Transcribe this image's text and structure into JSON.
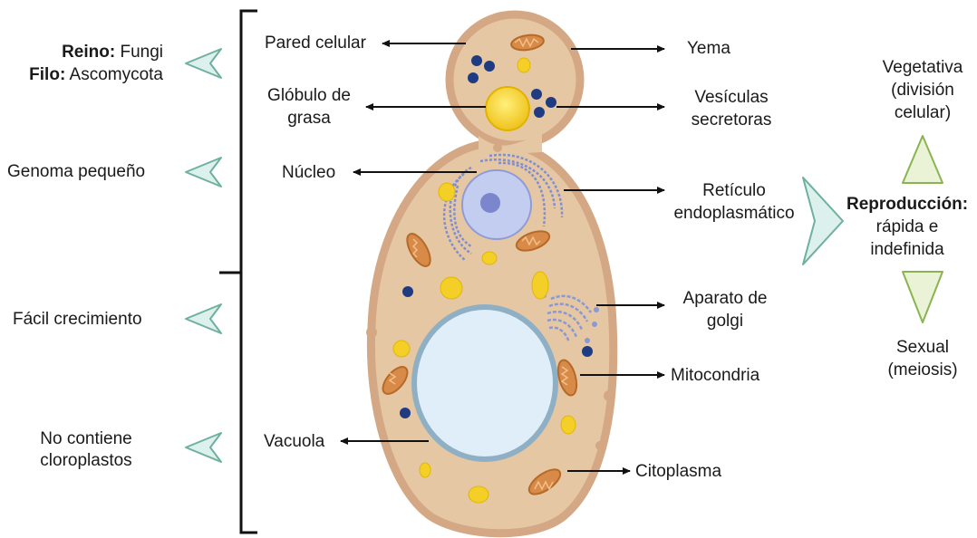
{
  "left_panel": {
    "reino_label": "Reino:",
    "reino_value": "Fungi",
    "filo_label": "Filo:",
    "filo_value": "Ascomycota",
    "genoma": "Genoma pequeño",
    "crecimiento": "Fácil crecimiento",
    "cloroplastos_line1": "No contiene",
    "cloroplastos_line2": "cloroplastos"
  },
  "labels": {
    "pared": "Pared celular",
    "yema": "Yema",
    "globulo_line1": "Glóbulo de",
    "globulo_line2": "grasa",
    "vesiculas_line1": "Vesículas",
    "vesiculas_line2": "secretoras",
    "nucleo": "Núcleo",
    "reticulo_line1": "Retículo",
    "reticulo_line2": "endoplasmático",
    "aparato_line1": "Aparato de",
    "aparato_line2": "golgi",
    "mitocondria": "Mitocondria",
    "vacuola": "Vacuola",
    "citoplasma": "Citoplasma"
  },
  "right_panel": {
    "vegetativa_line1": "Vegetativa",
    "vegetativa_line2": "(división",
    "vegetativa_line3": "celular)",
    "reproduccion_title": "Reproducción:",
    "reproduccion_line2": "rápida e",
    "reproduccion_line3": "indefinida",
    "sexual_line1": "Sexual",
    "sexual_line2": "(meiosis)"
  },
  "colors": {
    "cell_fill": "#e6c7a4",
    "cell_wall": "#d4a884",
    "vacuole_fill": "#dfeef9",
    "vacuole_border": "#8fb0c4",
    "nucleus_fill": "#c3cdef",
    "er_color": "#7f8fd0",
    "fat_globule": "#f4cf27",
    "vesicle": "#1f3b82",
    "mitochondria": "#d88a48",
    "arrowhead_fill": "#dcf0ec",
    "arrowhead_stroke": "#6fb0a0",
    "triangle_fill": "#eaf3d6",
    "triangle_stroke": "#8ab352"
  }
}
